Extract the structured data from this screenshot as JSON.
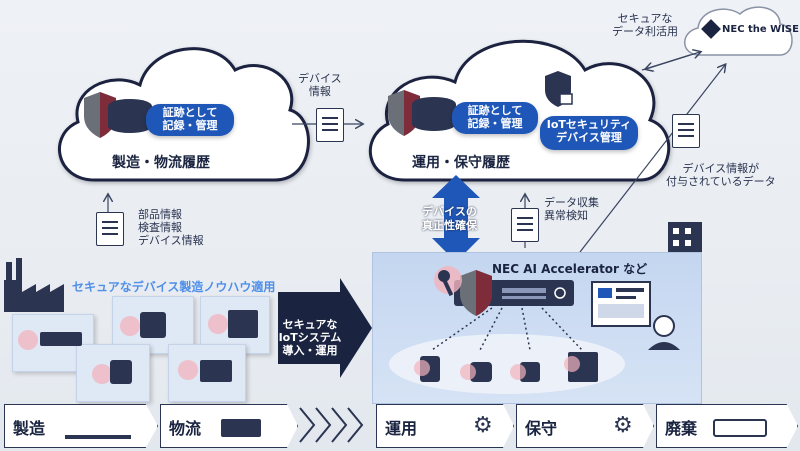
{
  "left_cloud": {
    "title": "製造・物流履歴",
    "pill": "証跡として\n記録・管理"
  },
  "right_cloud": {
    "title": "運用・保守履歴",
    "pill1": "証跡として\n記録・管理",
    "pill2": "IoTセキュリティ\nデバイス管理"
  },
  "nec_wise": {
    "label": "NEC the WISE"
  },
  "texts": {
    "device_info_top": "デバイス\n情報",
    "secure_data": "セキュアな\nデータ利活用",
    "parts_info": "部品情報\n検査情報\nデバイス情報",
    "data_collect": "データ収集\n異常検知",
    "device_info_attached": "デバイス情報が\n付与されているデータ",
    "authenticity": "デバイスの\n真正性確保",
    "secure_mfg": "セキュアなデバイス製造ノウハウ適用",
    "nec_ai": "NEC AI Accelerator など",
    "secure_iot": "セキュアな\nIoTシステム\n導入・運用"
  },
  "stages": [
    "製造",
    "物流",
    "運用",
    "保守",
    "廃棄"
  ],
  "colors": {
    "navy": "#1a2440",
    "blue": "#1f57b8",
    "light_blue": "#4f8fe8",
    "panel": "#c9daf2",
    "key": "#d9687a"
  }
}
